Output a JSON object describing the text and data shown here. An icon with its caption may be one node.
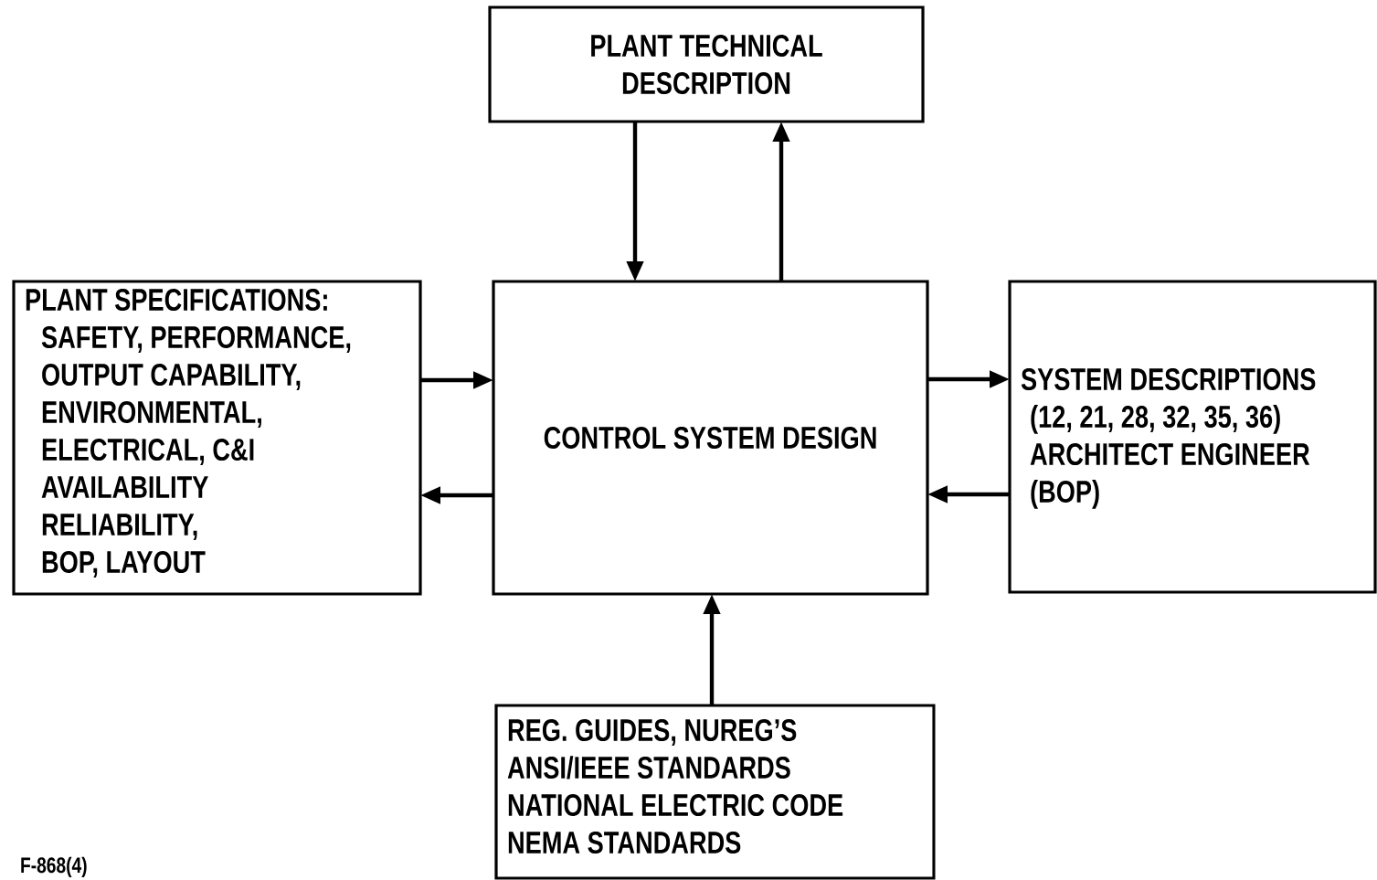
{
  "diagram": {
    "nodes": [
      {
        "text": [
          "PLANT TECHNICAL DESCRIPTION"
        ]
      },
      {
        "text": [
          "PLANT SPECIFICATIONS:",
          "SAFETY, PERFORMANCE,",
          "OUTPUT CAPABILITY,",
          "ENVIRONMENTAL,",
          "ELECTRICAL, C&I",
          "AVAILABILITY",
          "RELIABILITY,",
          "BOP, LAYOUT"
        ]
      },
      {
        "text": [
          "CONTROL SYSTEM DESIGN"
        ]
      },
      {
        "text": [
          "SYSTEM DESCRIPTIONS",
          "(12, 21, 28, 32, 35, 36)",
          "ARCHITECT ENGINEER",
          "(BOP)"
        ]
      },
      {
        "text": [
          "REG. GUIDES, NUREG’S",
          "ANSI/IEEE STANDARDS",
          "NATIONAL ELECTRIC CODE",
          "NEMA STANDARDS"
        ]
      }
    ],
    "edges": [
      {
        "from": 0,
        "to": 2,
        "arrow": "to"
      },
      {
        "from": 2,
        "to": 0,
        "arrow": "to"
      },
      {
        "from": 1,
        "to": 2,
        "arrow": "to"
      },
      {
        "from": 2,
        "to": 1,
        "arrow": "to"
      },
      {
        "from": 2,
        "to": 3,
        "arrow": "to"
      },
      {
        "from": 3,
        "to": 2,
        "arrow": "to"
      },
      {
        "from": 4,
        "to": 2,
        "arrow": "to"
      }
    ],
    "labels": [
      "F-868(4)"
    ]
  }
}
